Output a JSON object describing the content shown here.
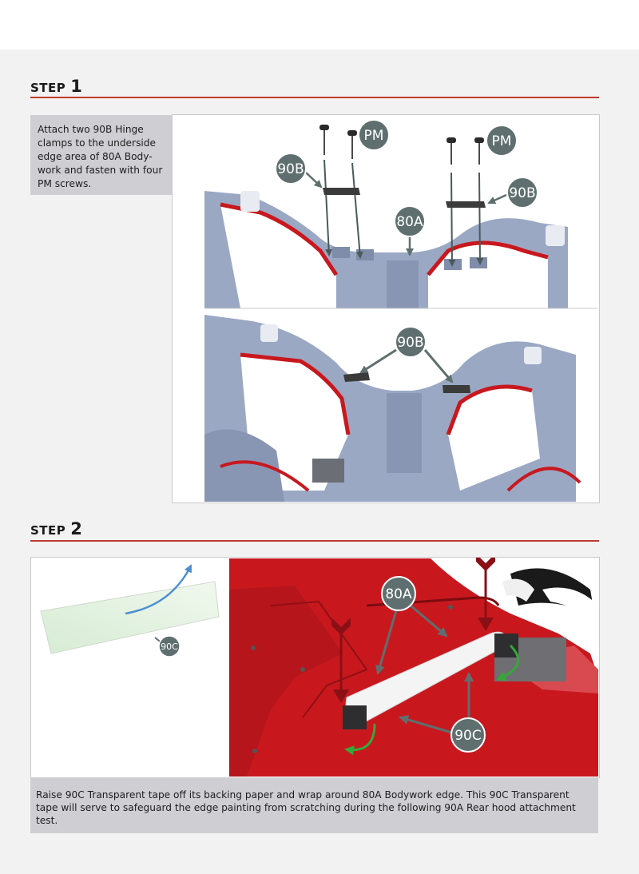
{
  "step1": {
    "word": "STEP",
    "number": "1",
    "instruction": "Attach two 90B Hinge clamps to the underside edge area of 80A Body-work and fasten with four PM screws.",
    "labels": {
      "pm_left": "PM",
      "pm_right": "PM",
      "b_left": "90B",
      "b_right": "90B",
      "a": "80A",
      "b_lower": "90B"
    }
  },
  "step2": {
    "word": "STEP",
    "number": "2",
    "labels": {
      "tape": "90C",
      "a": "80A",
      "c": "90C"
    },
    "instruction": "Raise 90C Transparent tape off its backing paper and wrap around 80A Bodywork edge. This 90C Transparent tape will serve to safeguard the edge painting from scratching during the following 90A Rear hood attachment test."
  },
  "colors": {
    "accent": "#c0392b",
    "label_bg": "#5f6f6f",
    "body_blue": "#9aa8c4",
    "body_red": "#c8181e",
    "arrow_green": "#36a838",
    "arrow_blue": "#4b8fd0"
  }
}
